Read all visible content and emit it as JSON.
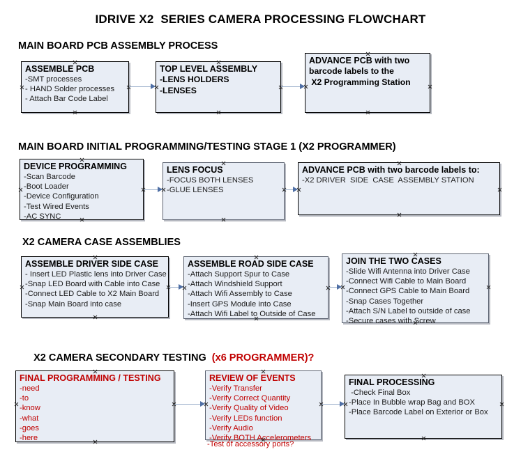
{
  "document": {
    "title": "IDRIVE X2  SERIES CAMERA PROCESSING FLOWCHART"
  },
  "colors": {
    "node_fill": "#E8EDF5",
    "node_border": "#000000",
    "accent_red": "#C00000",
    "connector": "#9FB2CC",
    "arrowhead": "#4F6FA5",
    "text": "#000000"
  },
  "sections": [
    {
      "id": "main-board-pcb-assembly",
      "heading": "MAIN BOARD PCB ASSEMBLY PROCESS",
      "heading_accent": "",
      "nodes": [
        {
          "id": "assemble-pcb",
          "title": "ASSEMBLE PCB",
          "lines": [
            "-SMT processes",
            "- HAND Solder processes",
            "- Attach Bar Code Label"
          ]
        },
        {
          "id": "top-level-assembly",
          "title": "TOP LEVEL ASSEMBLY",
          "lines": [
            "-LENS HOLDERS",
            "-LENSES"
          ]
        },
        {
          "id": "advance-pcb-to-x2-programming-station",
          "title": "ADVANCE PCB with two",
          "lines": [
            "barcode labels to the",
            " X2 Programming Station"
          ]
        }
      ]
    },
    {
      "id": "main-board-initial-programming",
      "heading": "MAIN BOARD INITIAL PROGRAMMING/TESTING STAGE 1 (X2 PROGRAMMER)",
      "heading_accent": "",
      "nodes": [
        {
          "id": "device-programming",
          "title": "DEVICE PROGRAMMING",
          "lines": [
            "-Scan Barcode",
            "-Boot Loader",
            "-Device Configuration",
            "-Test Wired Events",
            "-AC SYNC"
          ]
        },
        {
          "id": "lens-focus",
          "title": "LENS FOCUS",
          "lines": [
            "-FOCUS BOTH LENSES",
            "-GLUE LENSES"
          ]
        },
        {
          "id": "advance-pcb-to-driver-side-case",
          "title": "ADVANCE PCB with two barcode labels to:",
          "lines": [
            "-X2 DRIVER  SIDE  CASE  ASSEMBLY STATION"
          ]
        }
      ]
    },
    {
      "id": "x2-camera-case-assemblies",
      "heading": "X2 CAMERA CASE ASSEMBLIES",
      "heading_accent": "",
      "nodes": [
        {
          "id": "assemble-driver-side-case",
          "title": "ASSEMBLE DRIVER SIDE CASE",
          "lines": [
            "- Insert LED Plastic lens into Driver Case",
            "-Snap LED Board with Cable into Case",
            "-Connect LED Cable to X2 Main Board",
            "-Snap Main Board into case"
          ]
        },
        {
          "id": "assemble-road-side-case",
          "title": "ASSEMBLE ROAD SIDE CASE",
          "lines": [
            "-Attach Support Spur to Case",
            "-Attach Windshield Support",
            "-Attach Wifi Assembly to Case",
            "-Insert GPS Module into Case",
            "-Attach Wifi Label to Outside of Case"
          ]
        },
        {
          "id": "join-the-two-cases",
          "title": "JOIN THE TWO CASES",
          "lines": [
            "-Slide Wifi Antenna into Driver Case",
            "-Connect Wifi Cable to Main Board",
            "-Connect GPS Cable to Main Board",
            "-Snap Cases Together",
            "-Attach S/N Label to outside of case",
            "-Secure cases with Screw"
          ]
        }
      ]
    },
    {
      "id": "x2-camera-secondary-testing",
      "heading": "X2 CAMERA SECONDARY TESTING  ",
      "heading_accent": "(x6 PROGRAMMER)?",
      "nodes": [
        {
          "id": "final-programming-testing",
          "title": "FINAL PROGRAMMING / TESTING",
          "lines": [
            "-need",
            "-to",
            "-know",
            "-what",
            "-goes",
            "-here"
          ]
        },
        {
          "id": "review-of-events",
          "title": "REVIEW OF EVENTS",
          "lines": [
            "-Verify Transfer",
            "-Verify Correct Quantity",
            "-Verify Quality of Video",
            "-Verify LEDs function",
            "-Verify Audio",
            "-Verify BOTH Accelerometers"
          ],
          "overflow_line": "-Test of accessory ports?"
        },
        {
          "id": "final-processing",
          "title": "FINAL PROCESSING",
          "lines": [
            " -Check Final Box",
            "-Place In Bubble wrap Bag and BOX",
            "-Place Barcode Label on Exterior or Box"
          ]
        }
      ]
    }
  ]
}
